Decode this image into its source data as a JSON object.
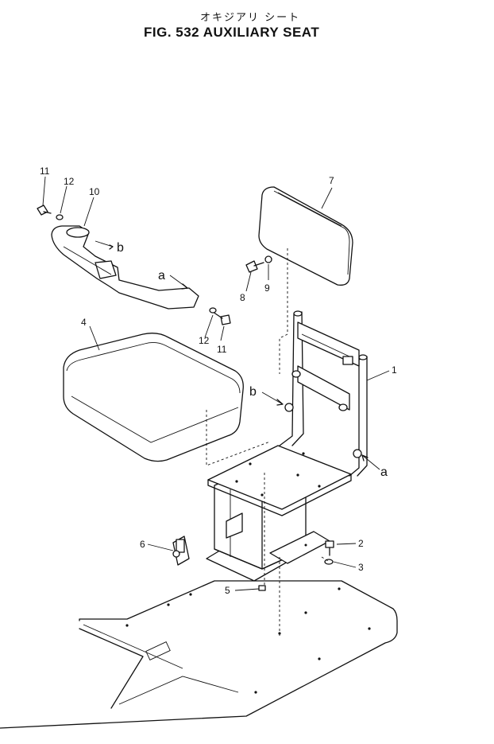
{
  "header": {
    "title_japanese": "オキジアリ シート",
    "title": "FIG. 532  AUXILIARY SEAT"
  },
  "callouts": {
    "c1": "1",
    "c2": "2",
    "c3": "3",
    "c4": "4",
    "c5": "5",
    "c6": "6",
    "c7": "7",
    "c8": "8",
    "c9": "9",
    "c10": "10",
    "c11_top": "11",
    "c12_top": "12",
    "c11_bottom": "11",
    "c12_bottom": "12"
  },
  "connectors": {
    "a_bracket": "a",
    "b_bracket": "b",
    "a_frame": "a",
    "b_frame": "b"
  }
}
